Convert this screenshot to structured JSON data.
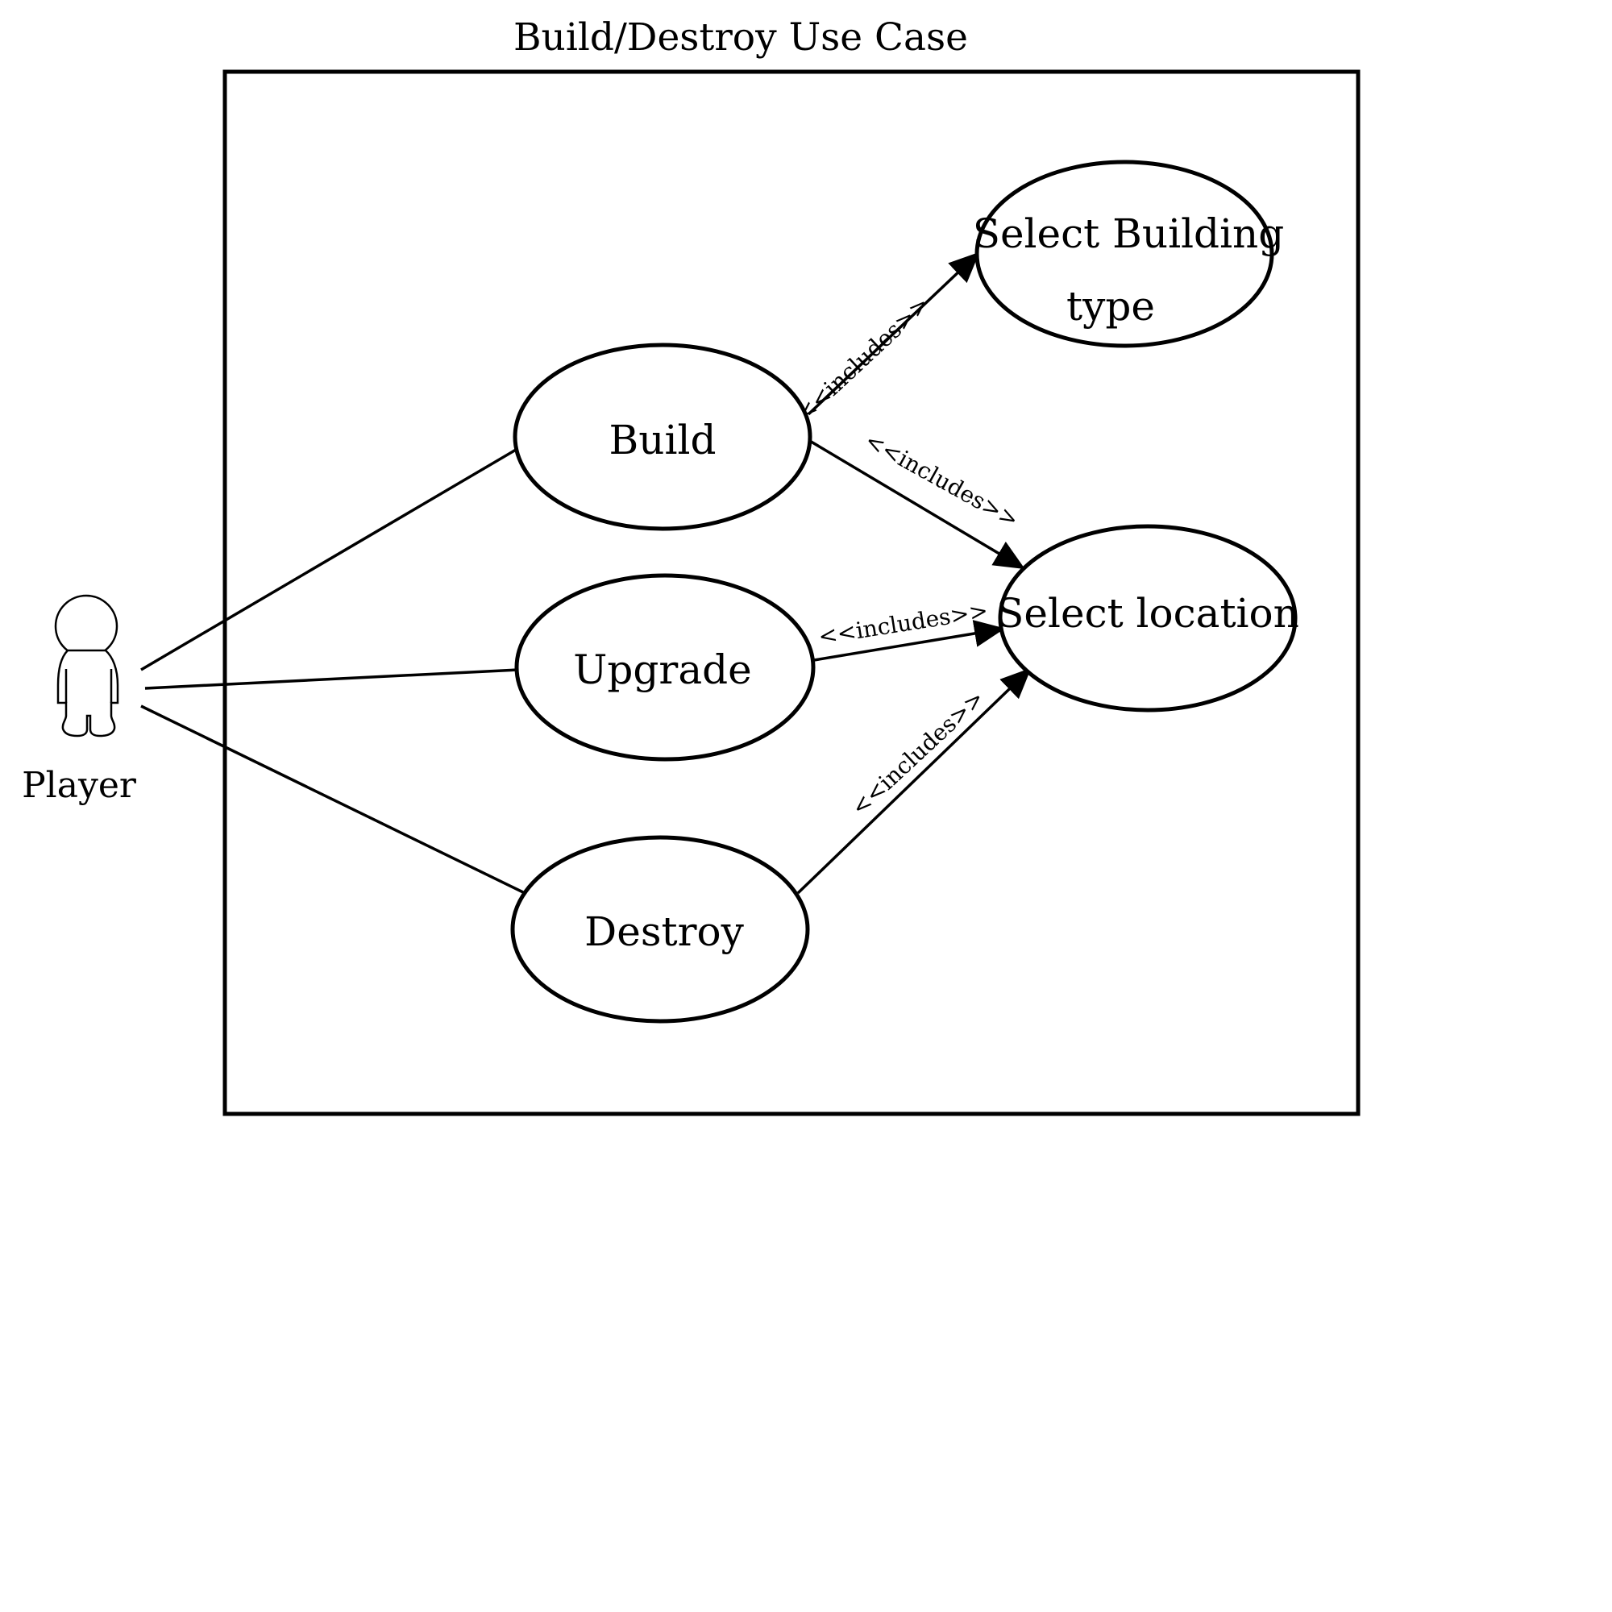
{
  "diagram": {
    "title": "Build/Destroy Use Case",
    "actor": {
      "label": "Player",
      "icon": "stick-figure-icon"
    },
    "use_cases": {
      "build": "Build",
      "upgrade": "Upgrade",
      "destroy": "Destroy",
      "select_building_type_line1": "Select Building",
      "select_building_type_line2": "type",
      "select_location": "Select location"
    },
    "relations": {
      "build_to_building_type": "<<includes>>",
      "build_to_location": "<<includes>>",
      "upgrade_to_location": "<<includes>>",
      "destroy_to_location": "<<includes>>"
    }
  }
}
